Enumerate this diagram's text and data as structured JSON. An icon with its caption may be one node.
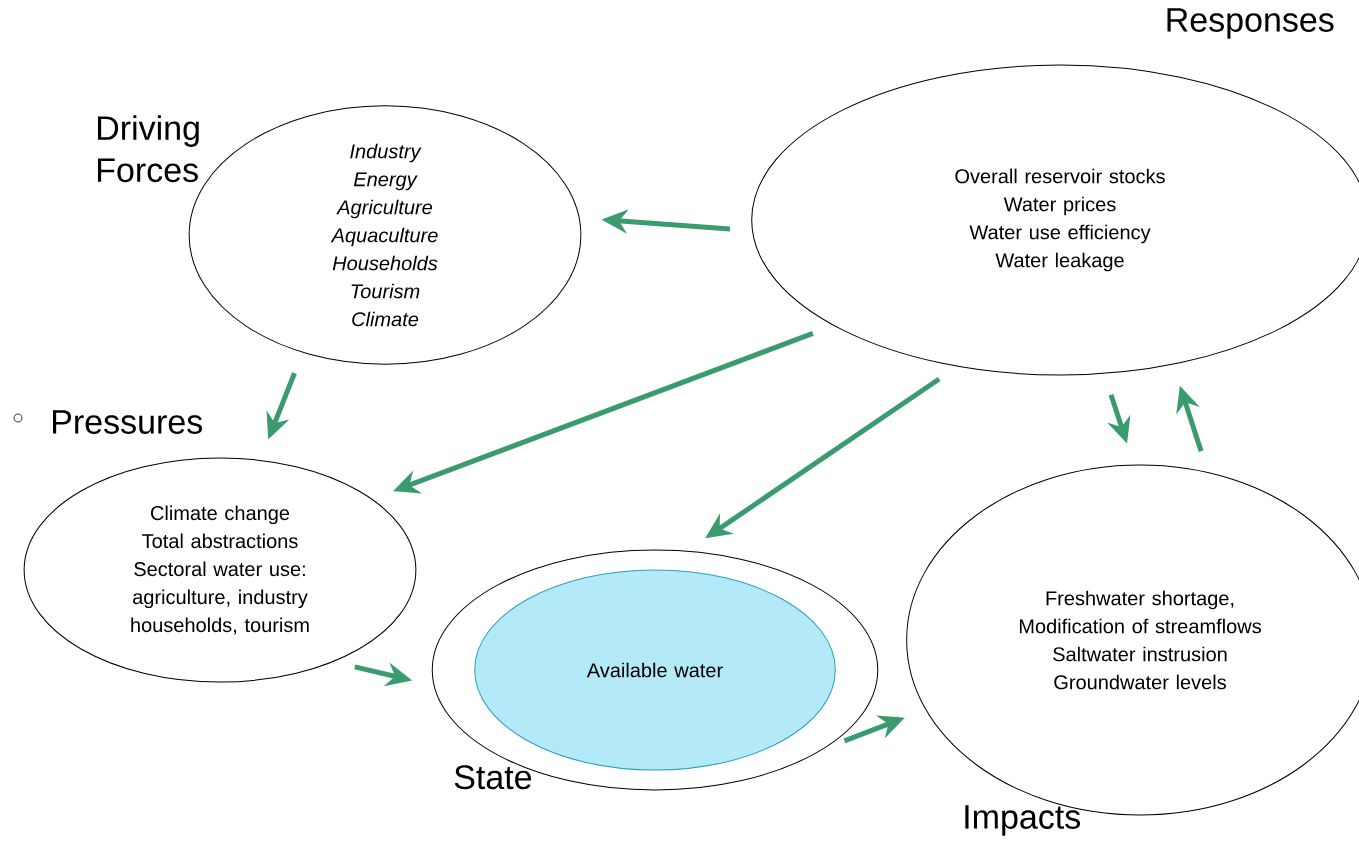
{
  "diagram": {
    "nodes": [
      {
        "text": [
          "Driving Forces",
          "Industry",
          "Energy",
          "Agriculture",
          "Aquaculture",
          "Households",
          "Tourism",
          "Climate"
        ]
      },
      {
        "text": [
          "Responses",
          "Overall reservoir stocks",
          "Water prices",
          "Water use efficiency",
          "Water leakage"
        ]
      },
      {
        "text": [
          "Pressures",
          "Climate change",
          "Total abstractions",
          "Sectoral water use: agriculture, industry households, tourism"
        ]
      },
      {
        "text": [
          "State"
        ]
      },
      {
        "text": [
          "Available water"
        ],
        "in": 3
      },
      {
        "text": [
          "Impacts",
          "Freshwater shortage,",
          "Modification of streamflows",
          "Saltwater instrusion",
          "Groundwater levels"
        ]
      }
    ],
    "edges": [
      {
        "from": 1,
        "to": 0,
        "arrow": "to"
      },
      {
        "from": 1,
        "to": 2,
        "arrow": "to"
      },
      {
        "from": 1,
        "to": 3,
        "arrow": "to"
      },
      {
        "from": 0,
        "to": 2,
        "arrow": "to"
      },
      {
        "from": 2,
        "to": 3,
        "arrow": "to"
      },
      {
        "from": 3,
        "to": 5,
        "arrow": "to"
      },
      {
        "from": 1,
        "to": 5,
        "arrow": "to"
      },
      {
        "from": 5,
        "to": 1,
        "arrow": "to"
      }
    ]
  }
}
